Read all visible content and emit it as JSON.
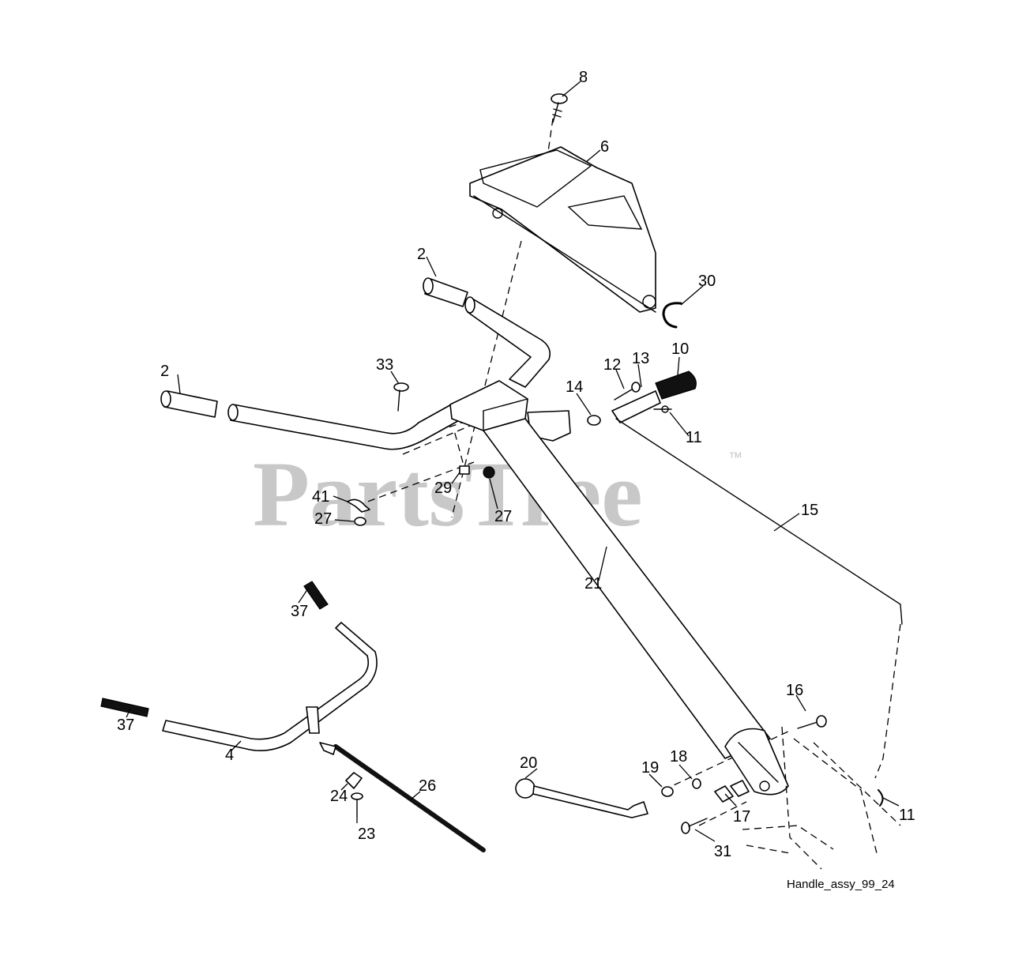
{
  "watermark": {
    "text": "PartsTree",
    "trademark": "™"
  },
  "caption": "Handle_assy_99_24",
  "callouts": [
    {
      "id": "c8",
      "label": "8"
    },
    {
      "id": "c6",
      "label": "6"
    },
    {
      "id": "c2a",
      "label": "2"
    },
    {
      "id": "c30",
      "label": "30"
    },
    {
      "id": "c2b",
      "label": "2"
    },
    {
      "id": "c33",
      "label": "33"
    },
    {
      "id": "c10",
      "label": "10"
    },
    {
      "id": "c12",
      "label": "12"
    },
    {
      "id": "c13",
      "label": "13"
    },
    {
      "id": "c14",
      "label": "14"
    },
    {
      "id": "c11a",
      "label": "11"
    },
    {
      "id": "c29",
      "label": "29"
    },
    {
      "id": "c41",
      "label": "41"
    },
    {
      "id": "c27a",
      "label": "27"
    },
    {
      "id": "c27b",
      "label": "27"
    },
    {
      "id": "c15",
      "label": "15"
    },
    {
      "id": "c37a",
      "label": "37"
    },
    {
      "id": "c21",
      "label": "21"
    },
    {
      "id": "c37b",
      "label": "37"
    },
    {
      "id": "c4",
      "label": "4"
    },
    {
      "id": "c16",
      "label": "16"
    },
    {
      "id": "c20",
      "label": "20"
    },
    {
      "id": "c26",
      "label": "26"
    },
    {
      "id": "c19",
      "label": "19"
    },
    {
      "id": "c18",
      "label": "18"
    },
    {
      "id": "c24",
      "label": "24"
    },
    {
      "id": "c17",
      "label": "17"
    },
    {
      "id": "c11b",
      "label": "11"
    },
    {
      "id": "c23",
      "label": "23"
    },
    {
      "id": "c31",
      "label": "31"
    }
  ]
}
